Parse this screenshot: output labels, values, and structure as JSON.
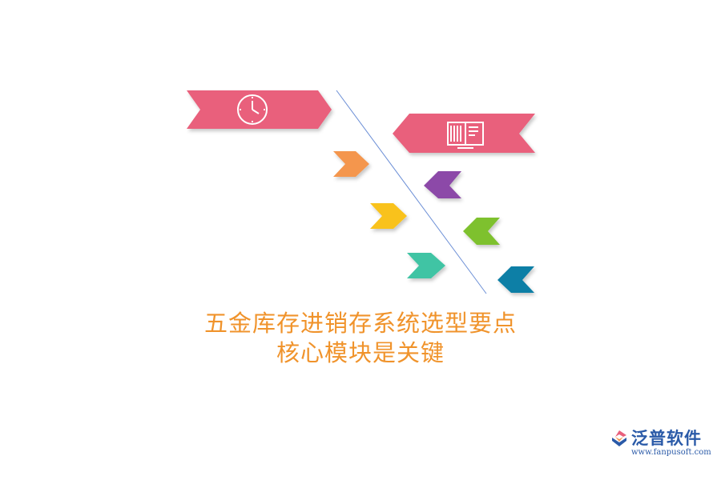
{
  "caption": {
    "line1": "五金库存进销存系统选型要点",
    "line2": "核心模块是关键"
  },
  "watermark": {
    "brand": "泛普软件",
    "url": "www.fanpusoft.com"
  },
  "icons": {
    "top_left_banner": "clock-icon",
    "top_right_banner": "book-icon"
  },
  "colors": {
    "pink": "#e9607c",
    "orange": "#f4964e",
    "yellow": "#f9c21b",
    "teal": "#3fc4a4",
    "purple": "#8c4aa8",
    "green": "#7ec12f",
    "blue": "#0f7fa6",
    "line": "#6c8fd6",
    "caption": "#f0932b"
  }
}
